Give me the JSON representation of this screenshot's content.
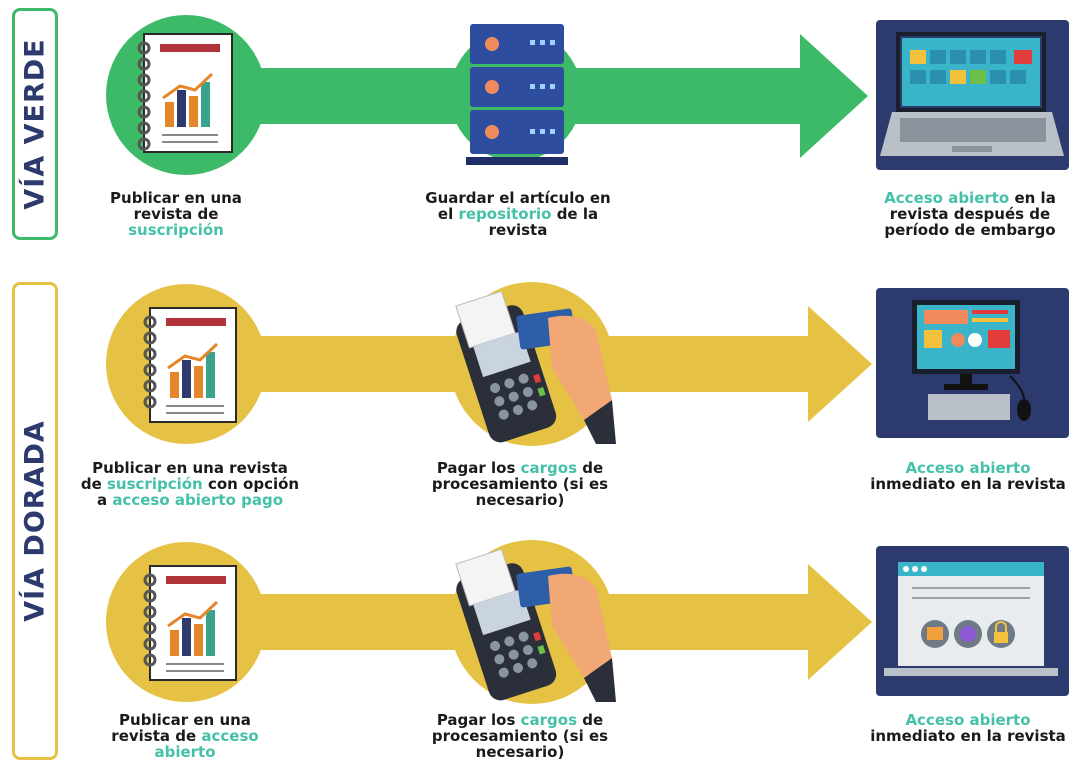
{
  "labels": {
    "verde": "VÍA VERDE",
    "dorada": "VÍA DORADA"
  },
  "colors": {
    "green": "#3dba68",
    "gold": "#e5c243",
    "navy": "#2d3a6e",
    "highlight": "#45c1a8"
  },
  "icons": [
    "notebook-chart-icon",
    "server-icon",
    "laptop-icon",
    "card-terminal-icon",
    "desktop-computer-icon",
    "web-page-icon"
  ],
  "row1": {
    "c1": {
      "a": "Publicar en una",
      "b": "revista de",
      "c": "suscripción"
    },
    "c2": {
      "a": "Guardar el artículo en",
      "b1": "el ",
      "b2": "repositorio",
      "b3": " de la",
      "c": "revista"
    },
    "c3": {
      "a1": "Acceso abierto",
      "a2": " en la",
      "b": "revista después de",
      "c": "período de embargo"
    }
  },
  "row2": {
    "c1": {
      "a": "Publicar en una revista",
      "b1": "de ",
      "b2": "suscripción",
      "b3": " con opción",
      "c1": "a ",
      "c2": "acceso abierto pago"
    },
    "c2": {
      "a1": "Pagar los ",
      "a2": "cargos",
      "a3": " de",
      "b": "procesamiento (si es",
      "c": "necesario)"
    },
    "c3": {
      "a": "Acceso abierto",
      "b": "inmediato en la revista"
    }
  },
  "row3": {
    "c1": {
      "a": "Publicar en una",
      "b1": "revista de ",
      "b2": "acceso",
      "c": "abierto"
    },
    "c2": {
      "a1": "Pagar los ",
      "a2": "cargos",
      "a3": " de",
      "b": "procesamiento (si es",
      "c": "necesario)"
    },
    "c3": {
      "a": "Acceso abierto",
      "b": "inmediato en la revista"
    }
  }
}
